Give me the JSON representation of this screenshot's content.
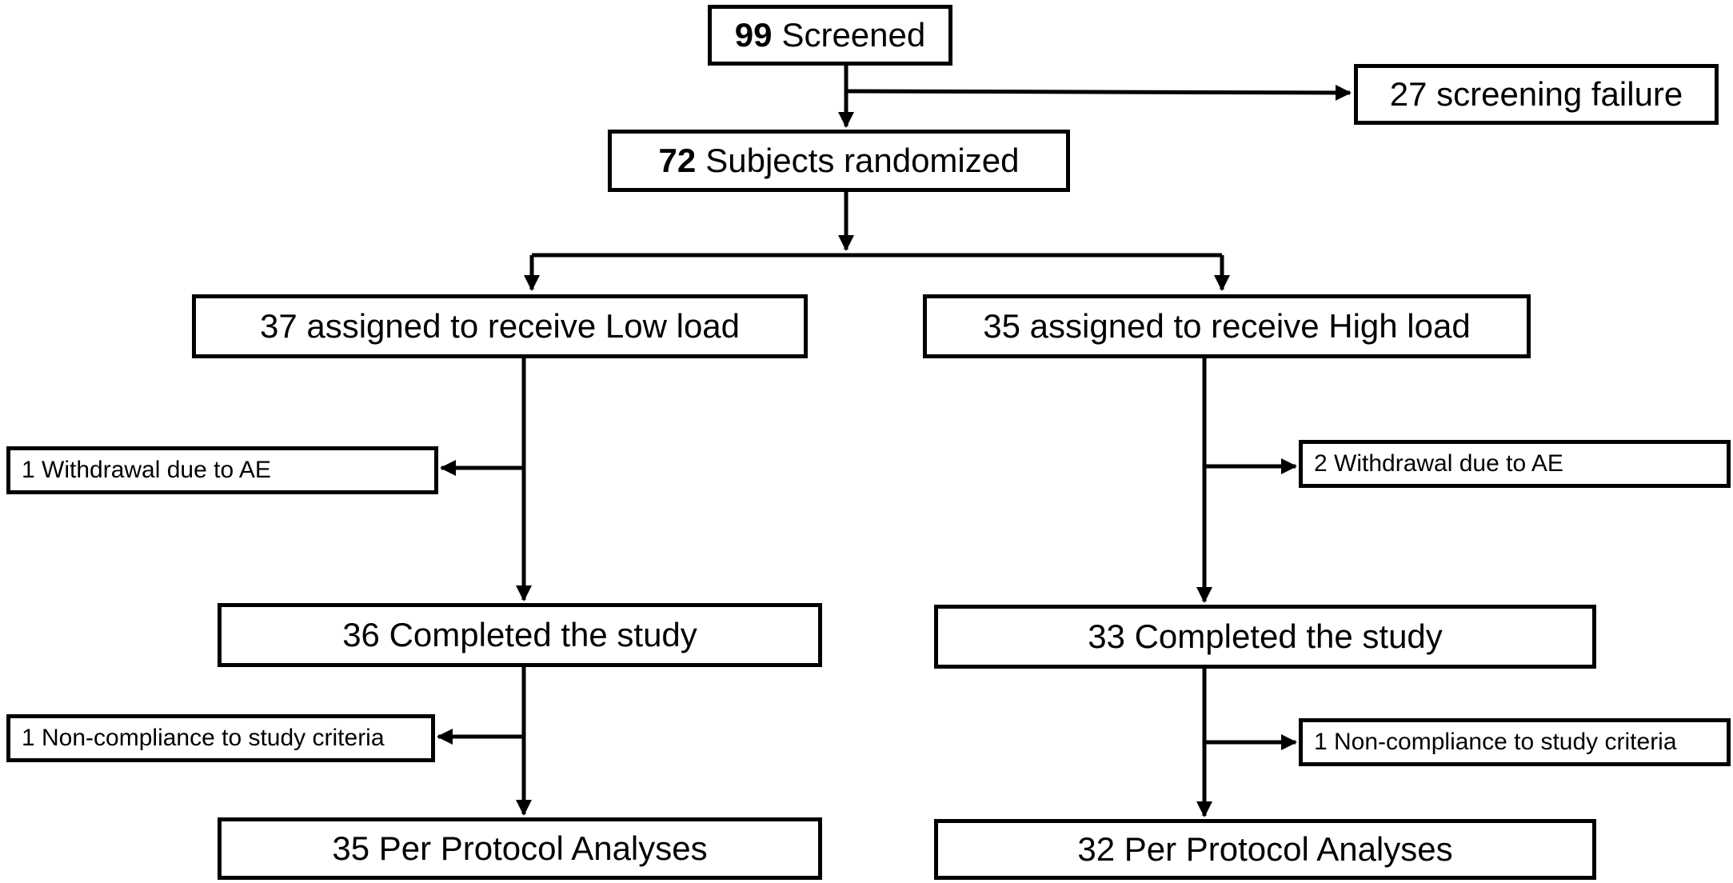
{
  "screened": {
    "count": "99",
    "label": "Screened"
  },
  "screening_failure": {
    "text": "27 screening failure"
  },
  "randomized": {
    "count": "72",
    "label": "Subjects randomized"
  },
  "low_load": {
    "assigned": "37 assigned to receive Low load",
    "withdrawal": "1 Withdrawal due to AE",
    "completed": "36 Completed the study",
    "noncompliance": "1 Non-compliance to study criteria",
    "per_protocol": "35 Per Protocol Analyses"
  },
  "high_load": {
    "assigned": "35 assigned to receive High load",
    "withdrawal": "2 Withdrawal due to AE",
    "completed": "33 Completed the study",
    "noncompliance": "1 Non-compliance to study criteria",
    "per_protocol": "32 Per Protocol Analyses"
  }
}
